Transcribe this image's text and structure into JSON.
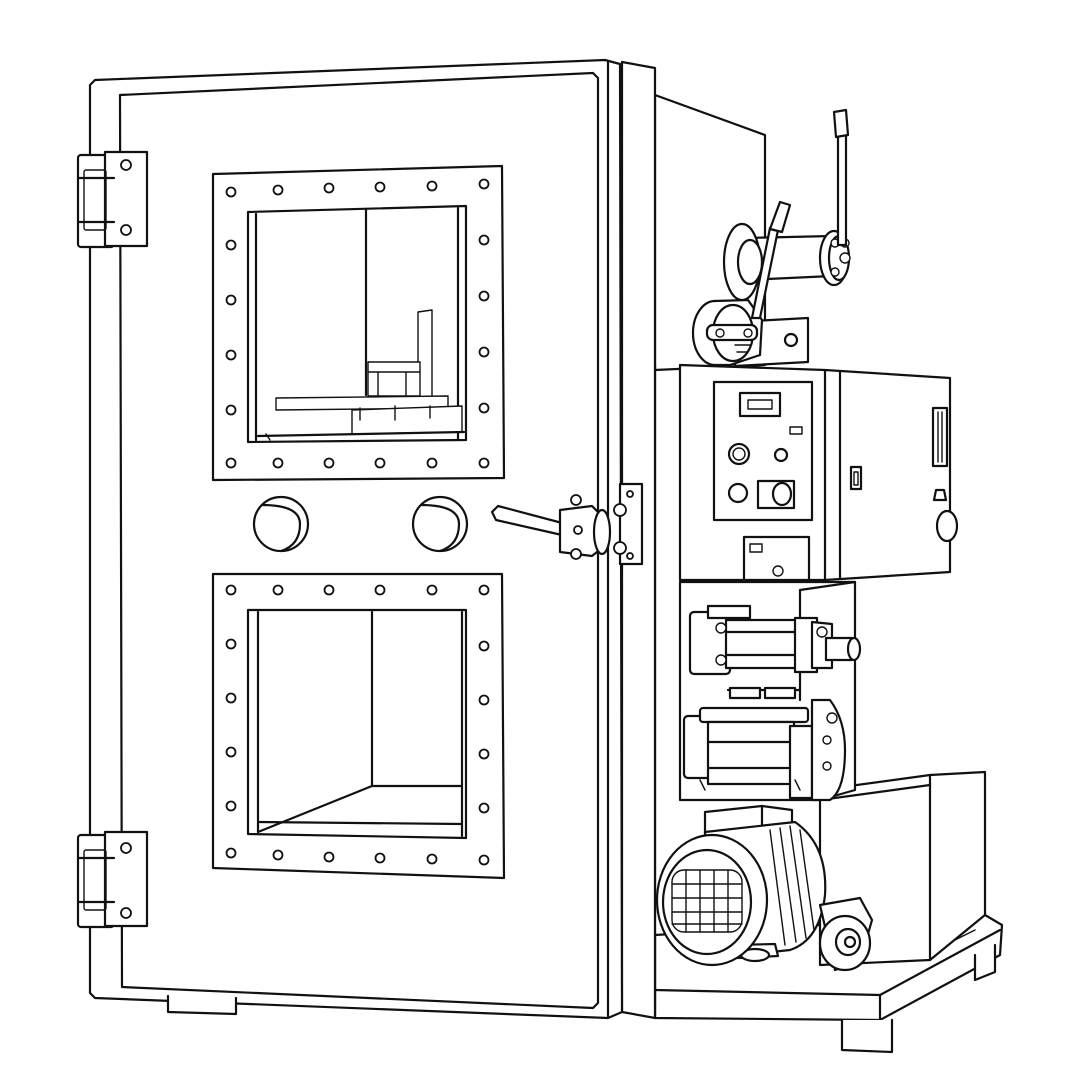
{
  "illustration": {
    "style": "black line art on white background",
    "line_color": "#111111",
    "background_color": "#ffffff",
    "subject_parts": [
      "enclosure-cabinet",
      "hinged-front-door",
      "upper-viewing-window",
      "lower-viewing-window",
      "glove-ports",
      "door-latch-handle",
      "control-panel",
      "lever-mechanism",
      "rotary-unit",
      "electric-motor",
      "base-skid"
    ]
  }
}
